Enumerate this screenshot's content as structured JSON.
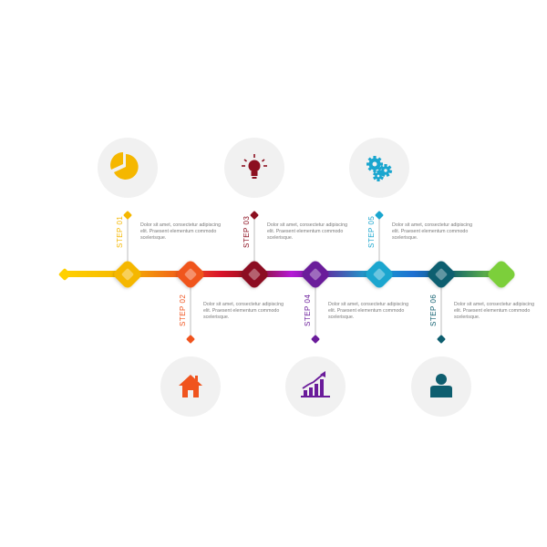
{
  "description_text": "Dolor sit amet, consectetur adipiscing elit. Praesent elementum commodo scelerisque.",
  "steps": [
    {
      "label": "STEP 01",
      "color": "#f5b700",
      "icon": "pie-chart-icon",
      "side": "top"
    },
    {
      "label": "STEP 02",
      "color": "#f0541e",
      "icon": "house-icon",
      "side": "bottom"
    },
    {
      "label": "STEP 03",
      "color": "#8c1020",
      "icon": "light-bulb-icon",
      "side": "top"
    },
    {
      "label": "STEP 04",
      "color": "#6a1b9a",
      "icon": "bar-chart-arrow-icon",
      "side": "bottom"
    },
    {
      "label": "STEP 05",
      "color": "#1aa6cf",
      "icon": "gears-icon",
      "side": "top"
    },
    {
      "label": "STEP 06",
      "color": "#0e5e6f",
      "icon": "user-icon",
      "side": "bottom"
    }
  ],
  "timeline_colors": [
    "#ffd000",
    "#f5b700",
    "#f0541e",
    "#d8122a",
    "#8c1020",
    "#b51ad6",
    "#6a1b9a",
    "#1aa6cf",
    "#1e6fd1",
    "#0e5e6f",
    "#7ccf3a"
  ]
}
